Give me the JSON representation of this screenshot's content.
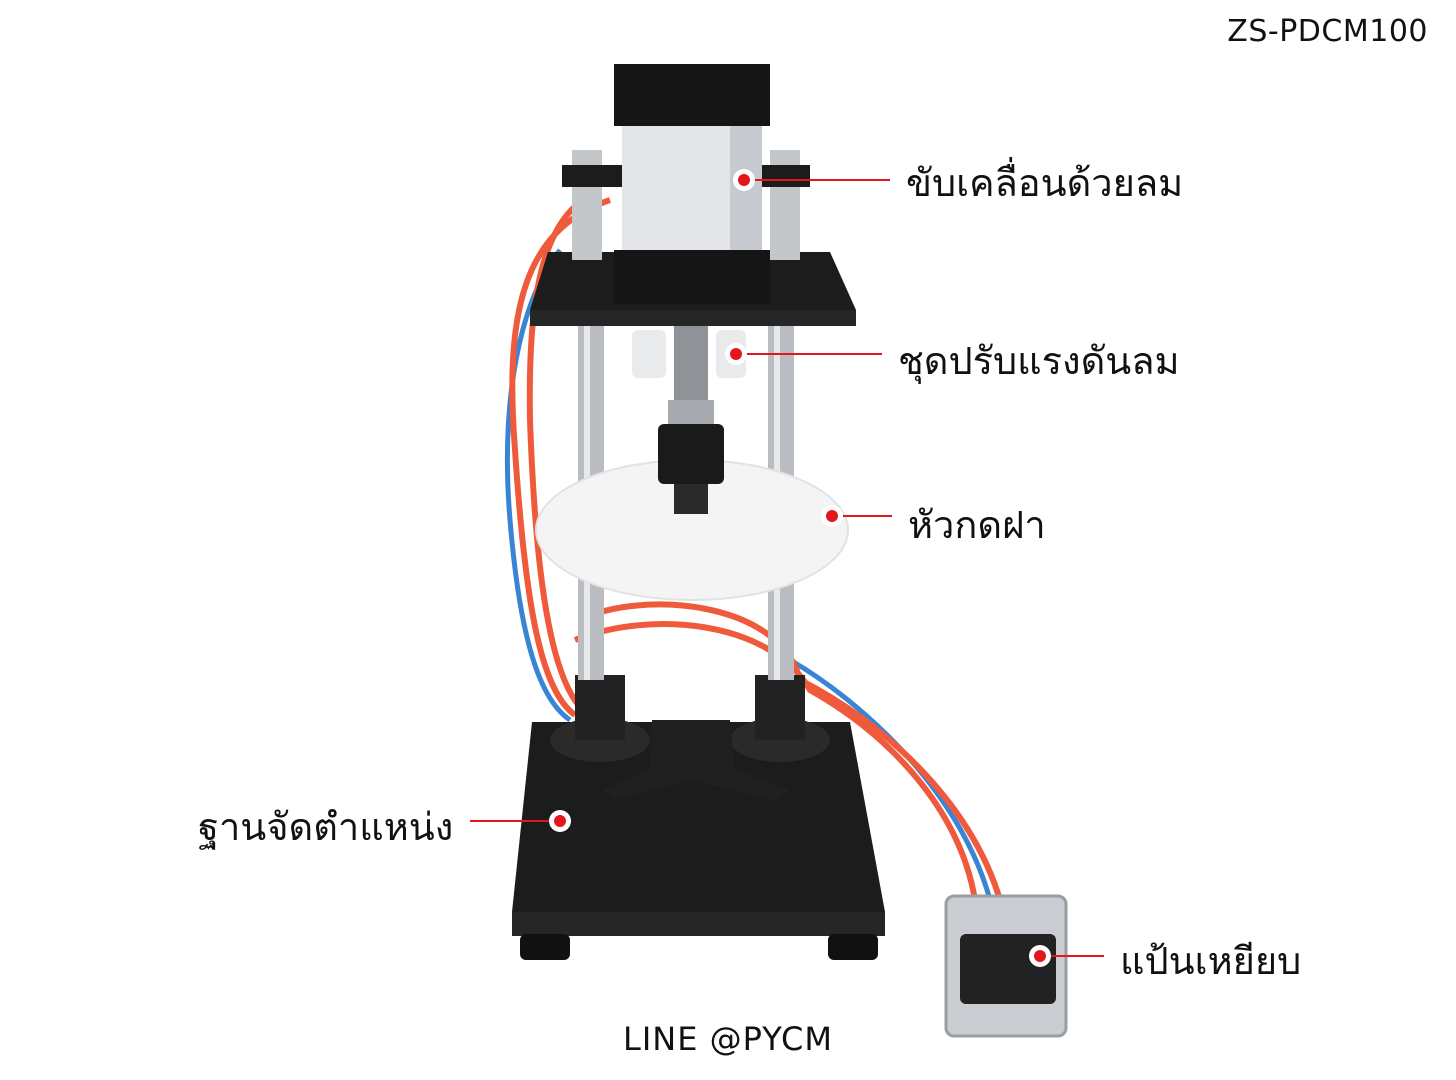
{
  "model_code": "ZS-PDCM100",
  "contact": "LINE @PYCM",
  "callouts": {
    "air_drive": "ขับเคลื่อนด้วยลม",
    "pressure_regulator": "ชุดปรับแรงดันลม",
    "capping_head": "หัวกดฝา",
    "positioning_base": "ฐานจัดตำแหน่ง",
    "foot_pedal": "แป้นเหยียบ"
  },
  "colors": {
    "marker_red": "#e3161b",
    "machine_black": "#1c1c1c",
    "tube_orange": "#f05a3c",
    "tube_blue": "#3a84d6"
  }
}
